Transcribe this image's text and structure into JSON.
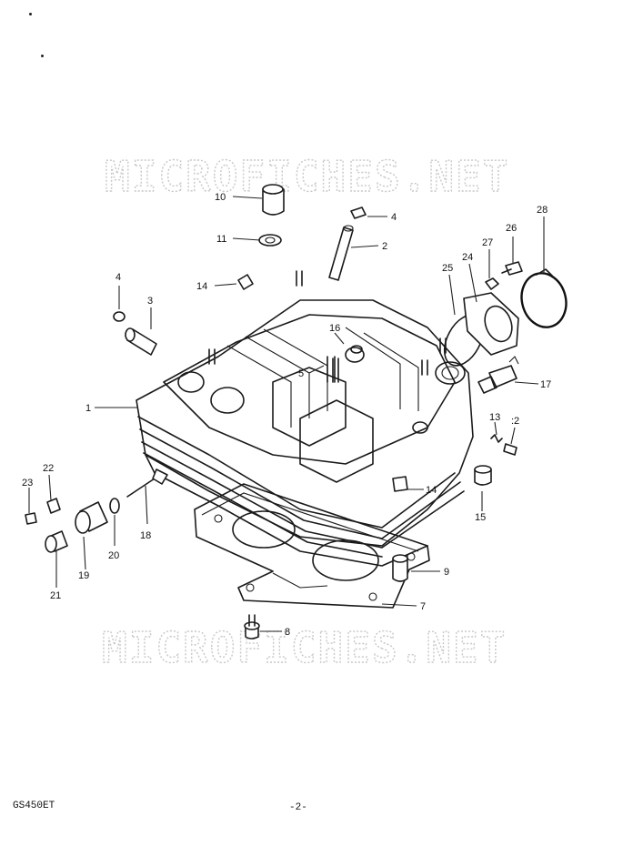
{
  "watermark": {
    "text": "MICROFICHES.NET"
  },
  "footer": {
    "model": "GS450ET",
    "page": "-2-"
  },
  "callouts": [
    {
      "id": "c1",
      "label": "1"
    },
    {
      "id": "c2",
      "label": "2"
    },
    {
      "id": "c3",
      "label": "3"
    },
    {
      "id": "c4a",
      "label": "4"
    },
    {
      "id": "c4b",
      "label": "4"
    },
    {
      "id": "c5",
      "label": "5"
    },
    {
      "id": "c7",
      "label": "7"
    },
    {
      "id": "c8",
      "label": "8"
    },
    {
      "id": "c9",
      "label": "9"
    },
    {
      "id": "c10",
      "label": "10"
    },
    {
      "id": "c11",
      "label": "11"
    },
    {
      "id": "c12",
      "label": ":2"
    },
    {
      "id": "c13",
      "label": "13"
    },
    {
      "id": "c14a",
      "label": "14"
    },
    {
      "id": "c14b",
      "label": "14"
    },
    {
      "id": "c15",
      "label": "15"
    },
    {
      "id": "c16",
      "label": "16"
    },
    {
      "id": "c17",
      "label": "17"
    },
    {
      "id": "c18",
      "label": "18"
    },
    {
      "id": "c19",
      "label": "19"
    },
    {
      "id": "c20",
      "label": "20"
    },
    {
      "id": "c21",
      "label": "21"
    },
    {
      "id": "c22",
      "label": "22"
    },
    {
      "id": "c23",
      "label": "23"
    },
    {
      "id": "c24",
      "label": "24"
    },
    {
      "id": "c25",
      "label": "25"
    },
    {
      "id": "c26",
      "label": "26"
    },
    {
      "id": "c27",
      "label": "27"
    },
    {
      "id": "c28",
      "label": "28"
    }
  ]
}
